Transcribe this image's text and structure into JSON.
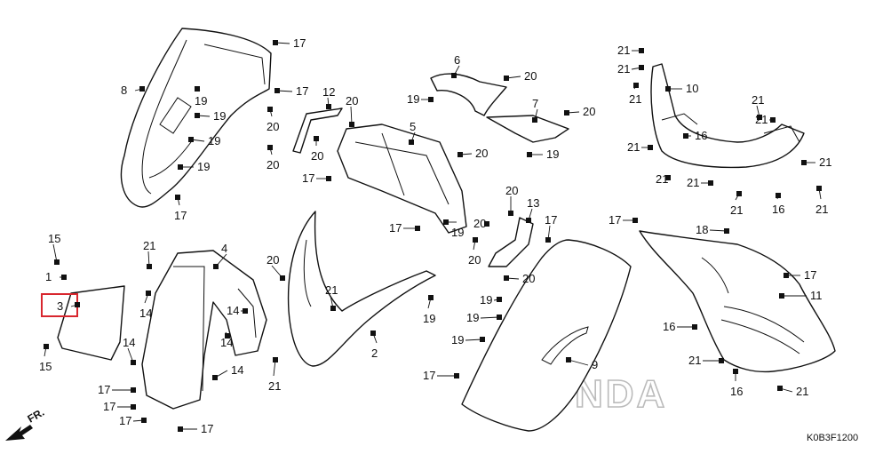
{
  "diagram": {
    "code": "K0B3F1200",
    "watermark": "HONDA",
    "direction_label": "FR.",
    "highlight_color": "#d8262e",
    "highlighted_callout": "3",
    "callouts": [
      {
        "id": "c17a",
        "text": "17"
      },
      {
        "id": "c8",
        "text": "8"
      },
      {
        "id": "c17b",
        "text": "17"
      },
      {
        "id": "c19a",
        "text": "19"
      },
      {
        "id": "c19b",
        "text": "19"
      },
      {
        "id": "c19c",
        "text": "19"
      },
      {
        "id": "c19d",
        "text": "19"
      },
      {
        "id": "c20a",
        "text": "20"
      },
      {
        "id": "c20b",
        "text": "20"
      },
      {
        "id": "c17c",
        "text": "17"
      },
      {
        "id": "c6",
        "text": "6"
      },
      {
        "id": "c20c",
        "text": "20"
      },
      {
        "id": "c19e",
        "text": "19"
      },
      {
        "id": "c12",
        "text": "12"
      },
      {
        "id": "c20d",
        "text": "20"
      },
      {
        "id": "c20e",
        "text": "20"
      },
      {
        "id": "c7",
        "text": "7"
      },
      {
        "id": "c20f",
        "text": "20"
      },
      {
        "id": "c5",
        "text": "5"
      },
      {
        "id": "c19f",
        "text": "19"
      },
      {
        "id": "c20g",
        "text": "20"
      },
      {
        "id": "c17d",
        "text": "17"
      },
      {
        "id": "c17e",
        "text": "17"
      },
      {
        "id": "c19g",
        "text": "19"
      },
      {
        "id": "c21a",
        "text": "21"
      },
      {
        "id": "c21b",
        "text": "21"
      },
      {
        "id": "c21c",
        "text": "21"
      },
      {
        "id": "c10",
        "text": "10"
      },
      {
        "id": "c21d",
        "text": "21"
      },
      {
        "id": "c16a",
        "text": "16"
      },
      {
        "id": "c21e",
        "text": "21"
      },
      {
        "id": "c21f",
        "text": "21"
      },
      {
        "id": "c21g",
        "text": "21"
      },
      {
        "id": "c21h",
        "text": "21"
      },
      {
        "id": "c21i",
        "text": "21"
      },
      {
        "id": "c16b",
        "text": "16"
      },
      {
        "id": "c21j",
        "text": "21"
      },
      {
        "id": "c21k",
        "text": "21"
      },
      {
        "id": "c15a",
        "text": "15"
      },
      {
        "id": "c1",
        "text": "1"
      },
      {
        "id": "c3",
        "text": "3"
      },
      {
        "id": "c15b",
        "text": "15"
      },
      {
        "id": "c21l",
        "text": "21"
      },
      {
        "id": "c4",
        "text": "4"
      },
      {
        "id": "c14a",
        "text": "14"
      },
      {
        "id": "c14b",
        "text": "14"
      },
      {
        "id": "c14c",
        "text": "14"
      },
      {
        "id": "c14d",
        "text": "14"
      },
      {
        "id": "c14e",
        "text": "14"
      },
      {
        "id": "c21m",
        "text": "21"
      },
      {
        "id": "c17f",
        "text": "17"
      },
      {
        "id": "c17g",
        "text": "17"
      },
      {
        "id": "c17h",
        "text": "17"
      },
      {
        "id": "c17i",
        "text": "17"
      },
      {
        "id": "c20h",
        "text": "20"
      },
      {
        "id": "c21n",
        "text": "21"
      },
      {
        "id": "c2",
        "text": "2"
      },
      {
        "id": "c19h",
        "text": "19"
      },
      {
        "id": "c20i",
        "text": "20"
      },
      {
        "id": "c20j",
        "text": "20"
      },
      {
        "id": "c13",
        "text": "13"
      },
      {
        "id": "c17j",
        "text": "17"
      },
      {
        "id": "c20k",
        "text": "20"
      },
      {
        "id": "c20l",
        "text": "20"
      },
      {
        "id": "c19i",
        "text": "19"
      },
      {
        "id": "c19j",
        "text": "19"
      },
      {
        "id": "c19k",
        "text": "19"
      },
      {
        "id": "c17k",
        "text": "17"
      },
      {
        "id": "c9",
        "text": "9"
      },
      {
        "id": "c17l",
        "text": "17"
      },
      {
        "id": "c18",
        "text": "18"
      },
      {
        "id": "c17m",
        "text": "17"
      },
      {
        "id": "c11",
        "text": "11"
      },
      {
        "id": "c16c",
        "text": "16"
      },
      {
        "id": "c21o",
        "text": "21"
      },
      {
        "id": "c16d",
        "text": "16"
      },
      {
        "id": "c21p",
        "text": "21"
      }
    ]
  }
}
